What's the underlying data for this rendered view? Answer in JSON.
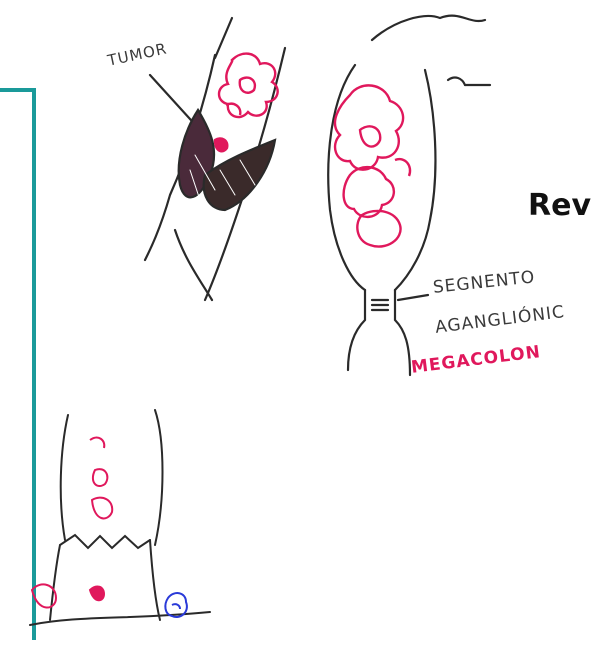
{
  "labels": {
    "tumor": "TUMOR",
    "segmento": "SEGNENTO",
    "aganglionic": "AGANGLIÓNIC",
    "megacolon": "MEGACOLON"
  },
  "title_partial": "Rev",
  "colors": {
    "ink": "#2a2a2a",
    "magenta": "#e0185c",
    "teal": "#1a9a9a",
    "blue": "#2a3ad8"
  }
}
